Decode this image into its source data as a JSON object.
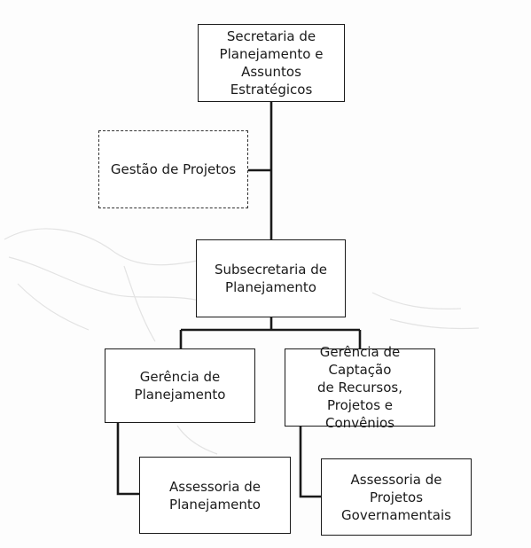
{
  "diagram": {
    "nodes": {
      "secretaria": {
        "label": "Secretaria de\nPlanejamento e\nAssuntos Estratégicos"
      },
      "gestao": {
        "label": "Gestão de Projetos"
      },
      "subsecretaria": {
        "label": "Subsecretaria de\nPlanejamento"
      },
      "gerencia_planejamento": {
        "label": "Gerência de\nPlanejamento"
      },
      "gerencia_captacao": {
        "label": "Gerência de Captação\nde Recursos, Projetos e\nConvênios"
      },
      "assessoria_planejamento": {
        "label": "Assessoria de\nPlanejamento"
      },
      "assessoria_projetos": {
        "label": "Assessoria de Projetos\nGovernamentais"
      }
    },
    "edges": [
      {
        "from": "secretaria",
        "to": "subsecretaria",
        "style": "solid"
      },
      {
        "from": "gestao",
        "to": "secretaria",
        "style": "solid"
      },
      {
        "from": "subsecretaria",
        "to": "gerencia_planejamento",
        "style": "solid"
      },
      {
        "from": "subsecretaria",
        "to": "gerencia_captacao",
        "style": "solid"
      },
      {
        "from": "gerencia_planejamento",
        "to": "assessoria_planejamento",
        "style": "solid"
      },
      {
        "from": "gerencia_captacao",
        "to": "assessoria_projetos",
        "style": "solid"
      }
    ],
    "colors": {
      "line": "#1a1a1a",
      "box_border": "#1a1a1a",
      "background": "#fdfdfd"
    }
  }
}
